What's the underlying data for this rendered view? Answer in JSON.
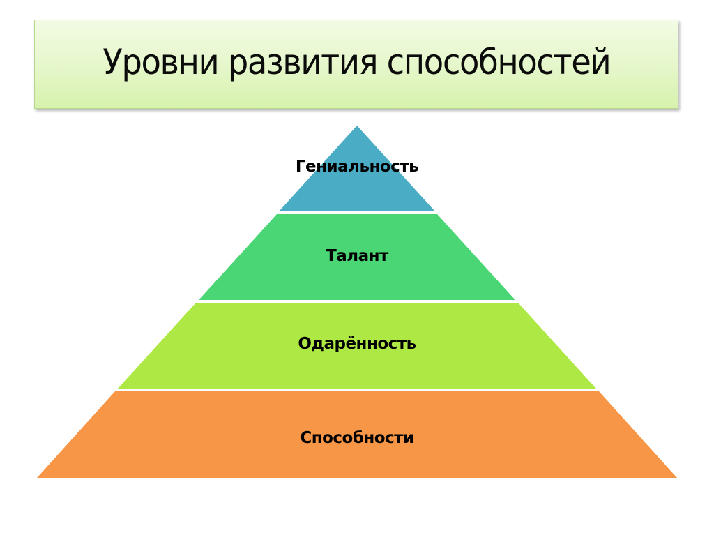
{
  "slide": {
    "title": "Уровни развития способностей"
  },
  "pyramid": {
    "tiers": [
      {
        "label": "Гениальность",
        "color": "#4BACC6",
        "level": 4
      },
      {
        "label": "Талант",
        "color": "#4BD675",
        "level": 3
      },
      {
        "label": "Одарённость",
        "color": "#AEE845",
        "level": 2
      },
      {
        "label": "Способности",
        "color": "#F79646",
        "level": 1
      }
    ],
    "separator_color": "#ffffff"
  },
  "colors": {
    "title_gradient_top": "#f2fbe4",
    "title_gradient_bottom": "#d7f2ad",
    "title_border": "#b7d78e",
    "text": "#000000"
  }
}
